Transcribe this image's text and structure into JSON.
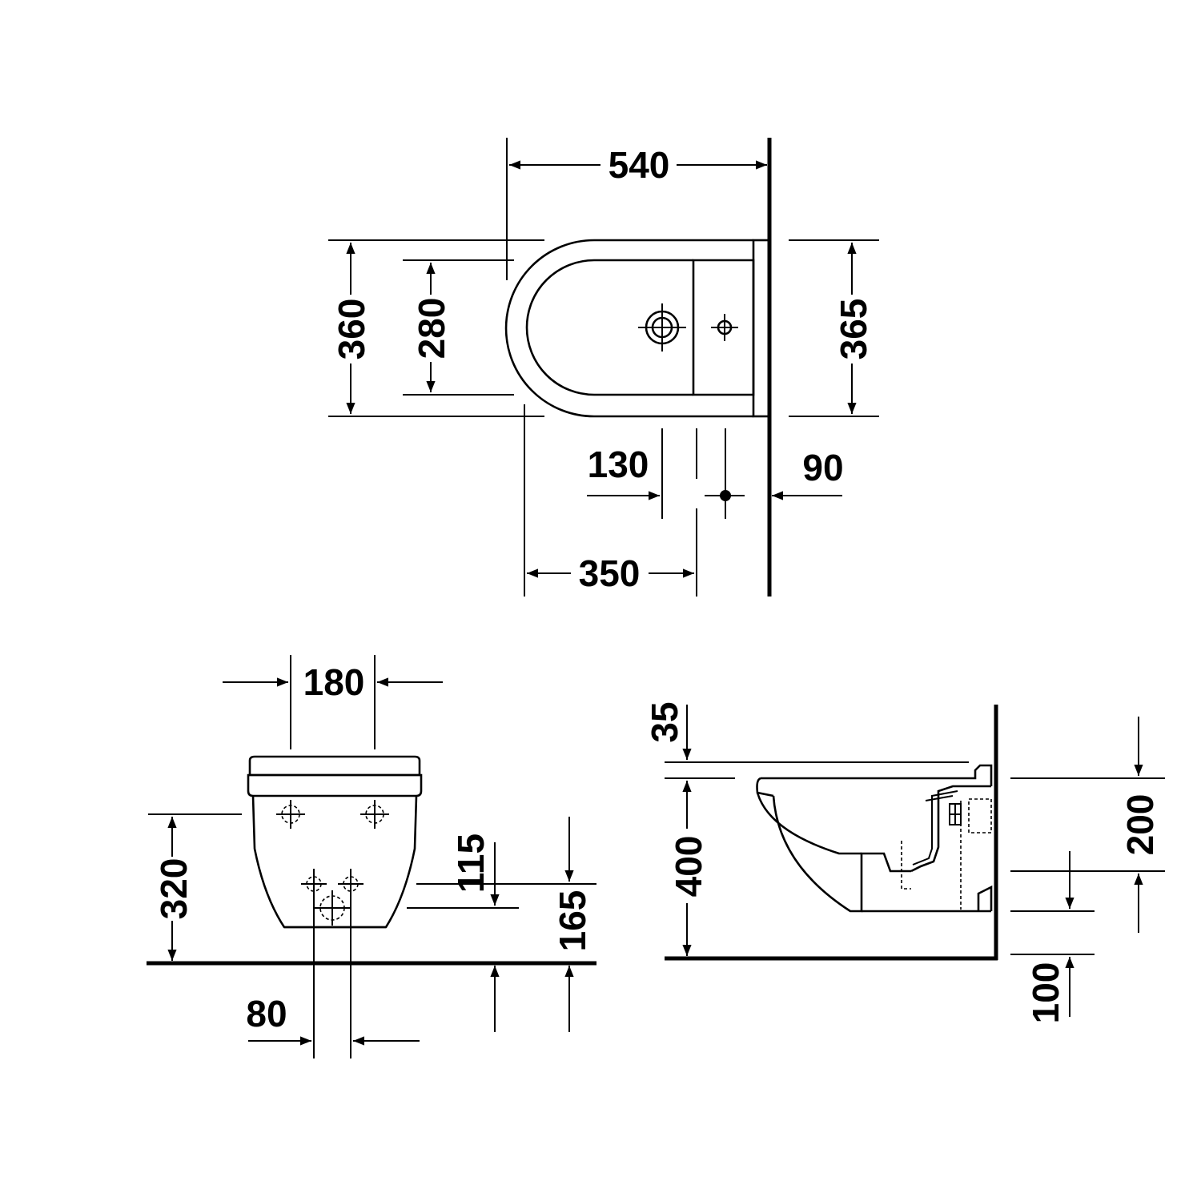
{
  "top_view": {
    "dim_overall_length": "540",
    "dim_overall_width": "360",
    "dim_bowl_width": "280",
    "dim_back_width": "365",
    "dim_tap_hole_offset": "130",
    "dim_wall_offset": "90",
    "dim_fixing_distance": "350"
  },
  "front_view": {
    "dim_bolt_spacing": "180",
    "dim_fixing_height": "320",
    "dim_drain_height": "115",
    "dim_supply_height": "165",
    "dim_drain_spacing": "80"
  },
  "side_view": {
    "dim_rim_thickness": "35",
    "dim_rim_height": "400",
    "dim_upper_fixing": "200",
    "dim_lower_fixing": "100"
  }
}
